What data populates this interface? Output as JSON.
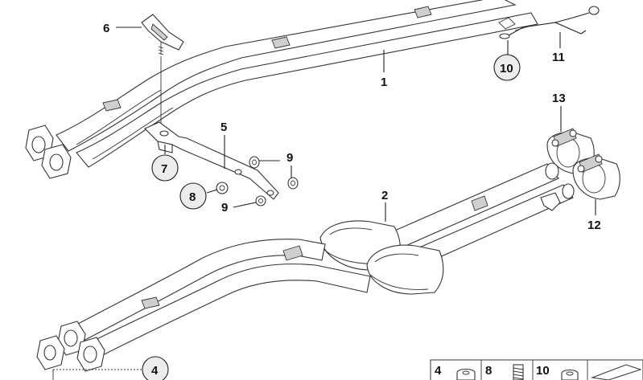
{
  "callouts": {
    "c1": "1",
    "c2": "2",
    "c4": "4",
    "c5": "5",
    "c6": "6",
    "c7": "7",
    "c8": "8",
    "c9a": "9",
    "c9b": "9",
    "c10": "10",
    "c11": "11",
    "c12": "12",
    "c13": "13"
  },
  "legend": {
    "item4": "4",
    "item8": "8",
    "item10": "10"
  }
}
